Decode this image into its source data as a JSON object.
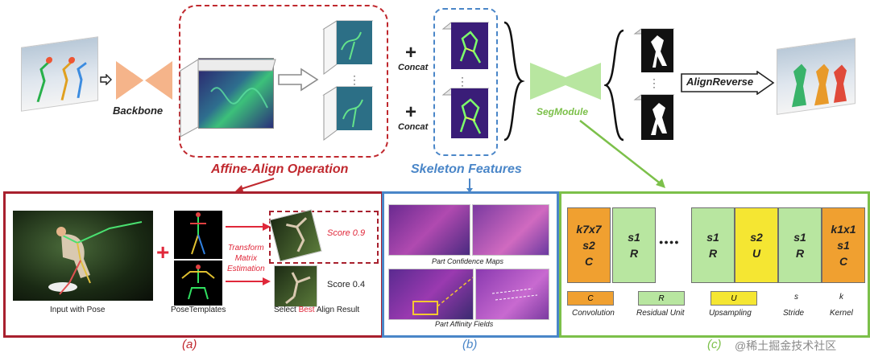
{
  "pipeline": {
    "backbone": "Backbone",
    "concat_top": "Concat",
    "concat_bottom": "Concat",
    "segmodule": "SegModule",
    "alignreverse": "AlignReverse",
    "affine_title": "Affine-Align Operation",
    "skeleton_title": "Skeleton Features"
  },
  "panel_a": {
    "caption": "(a)",
    "input_label": "Input with Pose",
    "templates_label": "PoseTemplates",
    "transform_label": "Transform\nMatrix\nEstimation",
    "score_top": "Score 0.9",
    "score_bottom": "Score 0.4",
    "select_pre": "Select ",
    "select_best": "Best",
    "select_post": " Align Result"
  },
  "panel_b": {
    "caption": "(b)",
    "confidence_label": "Part Confidence Maps",
    "affinity_label": "Part Affinity Fields"
  },
  "panel_c": {
    "caption": "(c)",
    "cells": [
      {
        "lines": [
          "k7x7",
          "s2",
          "C"
        ],
        "color": "#f0a030"
      },
      {
        "lines": [
          "s1",
          "R"
        ],
        "color": "#b8e6a0"
      },
      {
        "lines": [
          "s1",
          "R"
        ],
        "color": "#b8e6a0"
      },
      {
        "lines": [
          "s2",
          "U"
        ],
        "color": "#f5e632"
      },
      {
        "lines": [
          "s1",
          "R"
        ],
        "color": "#b8e6a0"
      },
      {
        "lines": [
          "k1x1",
          "s1",
          "C"
        ],
        "color": "#f0a030"
      }
    ],
    "dots": "●●●●",
    "legend": [
      {
        "key": "C",
        "name": "Convolution",
        "color": "#f0a030"
      },
      {
        "key": "R",
        "name": "Residual Unit",
        "color": "#b8e6a0"
      },
      {
        "key": "U",
        "name": "Upsampling",
        "color": "#f5e632"
      },
      {
        "key": "s",
        "name": "Stride",
        "color": ""
      },
      {
        "key": "k",
        "name": "Kernel",
        "color": ""
      }
    ]
  },
  "watermark": "@稀土掘金技术社区",
  "colors": {
    "red": "#c0282e",
    "blue": "#4a86c8",
    "green": "#7cc04a",
    "backbone_orange": "#f5b48a",
    "segmodule_green": "#b8e6a0"
  }
}
